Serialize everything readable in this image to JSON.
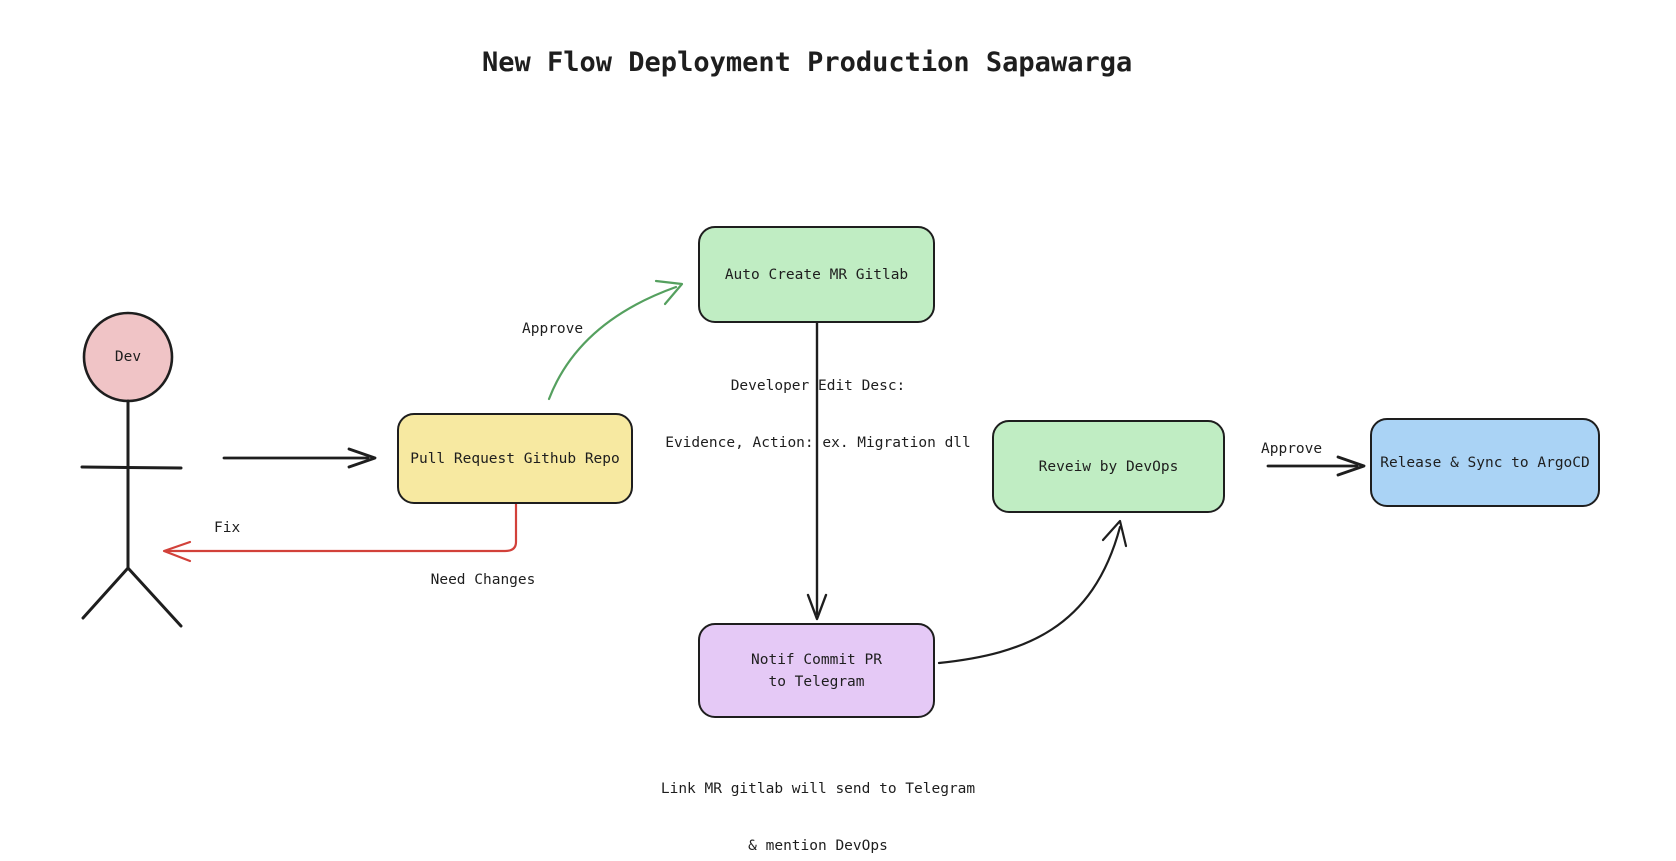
{
  "title": "New Flow Deployment Production Sapawarga",
  "actor": {
    "label": "Dev"
  },
  "nodes": {
    "pull_request": {
      "label": "Pull Request Github Repo"
    },
    "auto_create_mr": {
      "label": "Auto Create MR Gitlab"
    },
    "notif_telegram": {
      "label_line1": "Notif Commit PR",
      "label_line2": "to Telegram"
    },
    "review_devops": {
      "label": "Reveiw by DevOps"
    },
    "release_sync": {
      "label": "Release & Sync to ArgoCD"
    }
  },
  "edge_labels": {
    "approve_to_mr": "Approve",
    "fix": "Fix",
    "need_changes": "Need Changes",
    "approve_to_release": "Approve"
  },
  "annotations": {
    "mr_desc_line1": "Developer Edit Desc:",
    "mr_desc_line2": "Evidence, Action: ex. Migration dll",
    "telegram_note_line1": "Link MR gitlab will send to Telegram",
    "telegram_note_line2": "& mention DevOps"
  },
  "colors": {
    "stroke": "#1e1e1e",
    "arrow_black": "#1e1e1e",
    "arrow_red": "#d2413a",
    "arrow_green": "#55a05f",
    "node_yellow": "#f7e9a1",
    "node_green": "#c0edc3",
    "node_purple": "#e5c9f6",
    "node_blue": "#aad3f5",
    "actor_head": "#f0c4c6"
  }
}
